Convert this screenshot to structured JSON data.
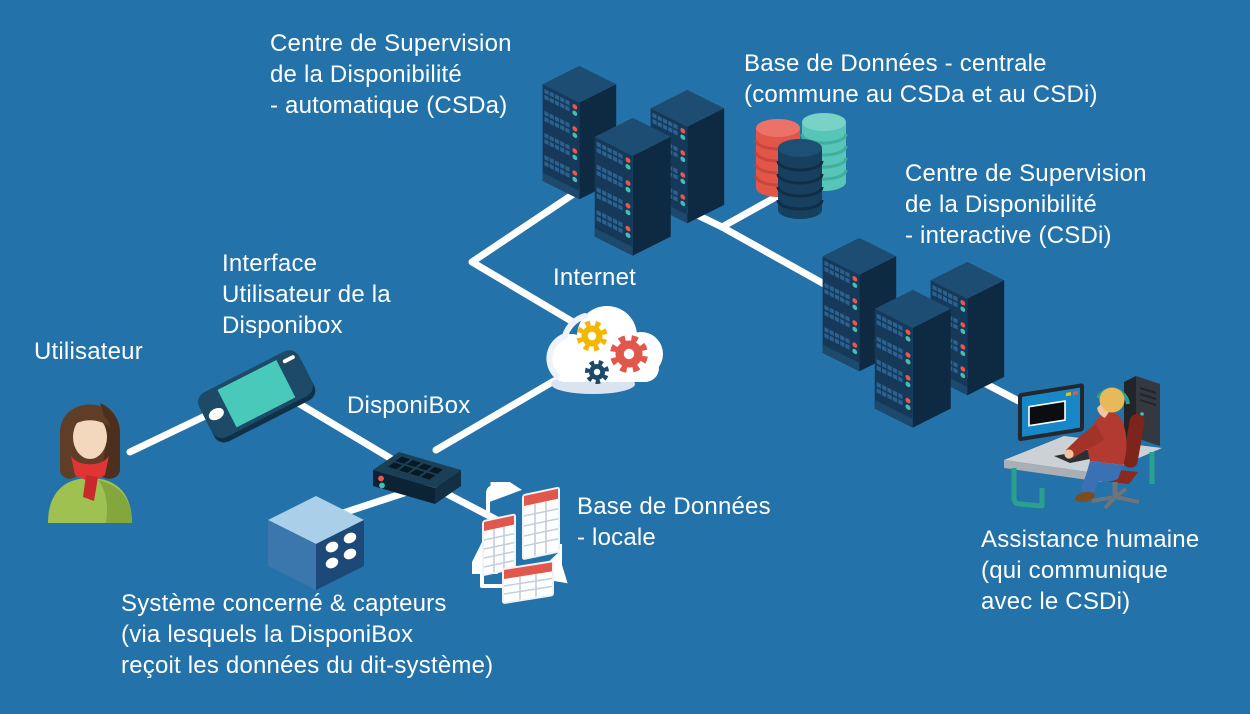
{
  "diagram": {
    "language": "fr",
    "colors": {
      "background": "#2372a9",
      "connector": "#ffffff",
      "navy_dark": "#0e2a42",
      "navy": "#16395a",
      "navy_light": "#1e4d74",
      "red": "#e2574c",
      "teal": "#4cc3b5",
      "yellow": "#f2b705",
      "green": "#9fc152",
      "skin": "#f3d8bd",
      "hair_brown": "#5f3d27",
      "text": "#ffffff"
    },
    "nodes": {
      "utilisateur": {
        "label": "Utilisateur",
        "icon": "user-woman"
      },
      "interface": {
        "label": "Interface\nUtilisateur de la\nDisponibox",
        "icon": "smartphone"
      },
      "disponibox": {
        "label": "DisponiBox",
        "icon": "network-box"
      },
      "systeme": {
        "label": "Système concerné & capteurs\n(via lesquels la DisponiBox\nreçoit les données du dit-système)",
        "icon": "sensor-cube"
      },
      "db_locale": {
        "label": "Base de Données\n- locale",
        "icon": "data-tables"
      },
      "internet": {
        "label": "Internet",
        "icon": "cloud-gears"
      },
      "csda": {
        "label": "Centre de Supervision\nde la Disponibilité\n- automatique (CSDa)",
        "icon": "server-rack-cluster"
      },
      "db_centrale": {
        "label": "Base de Données - centrale\n(commune au CSDa et au CSDi)",
        "icon": "database-cylinders"
      },
      "csdi": {
        "label": "Centre de Supervision\nde la Disponibilité\n- interactive (CSDi)",
        "icon": "server-rack-cluster"
      },
      "assistance": {
        "label": "Assistance humaine\n(qui communique\navec le CSDi)",
        "icon": "operator-at-desk"
      }
    },
    "connections": [
      [
        "utilisateur",
        "interface"
      ],
      [
        "interface",
        "disponibox"
      ],
      [
        "systeme",
        "disponibox"
      ],
      [
        "disponibox",
        "db_locale"
      ],
      [
        "disponibox",
        "internet"
      ],
      [
        "internet",
        "csda"
      ],
      [
        "csda",
        "db_centrale"
      ],
      [
        "csda",
        "csdi"
      ],
      [
        "csdi",
        "assistance"
      ]
    ]
  }
}
